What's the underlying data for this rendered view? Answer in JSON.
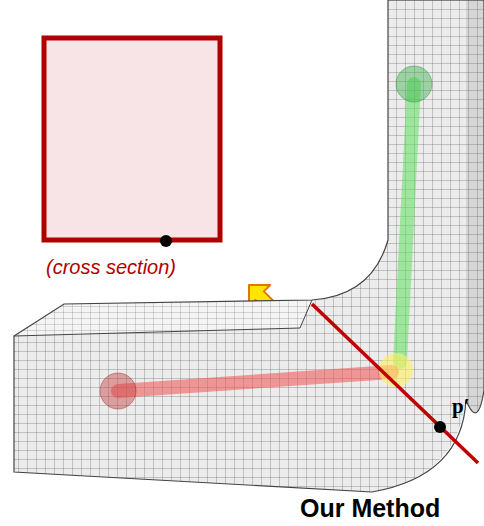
{
  "diagram": {
    "labels": [
      "(cross section)",
      "p′",
      "Our Method"
    ]
  }
}
